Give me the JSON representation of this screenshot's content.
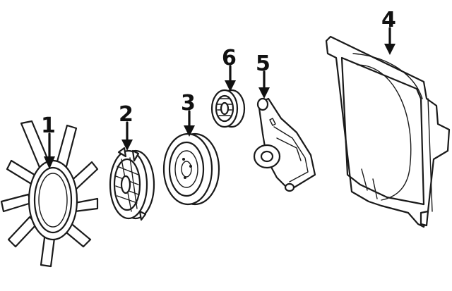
{
  "parts": [
    {
      "callout": "1",
      "icon": "fan-blade-icon"
    },
    {
      "callout": "2",
      "icon": "fan-clutch-icon"
    },
    {
      "callout": "3",
      "icon": "water-pump-pulley-icon"
    },
    {
      "callout": "4",
      "icon": "fan-shroud-icon"
    },
    {
      "callout": "5",
      "icon": "belt-tensioner-icon"
    },
    {
      "callout": "6",
      "icon": "idler-pulley-icon"
    }
  ]
}
